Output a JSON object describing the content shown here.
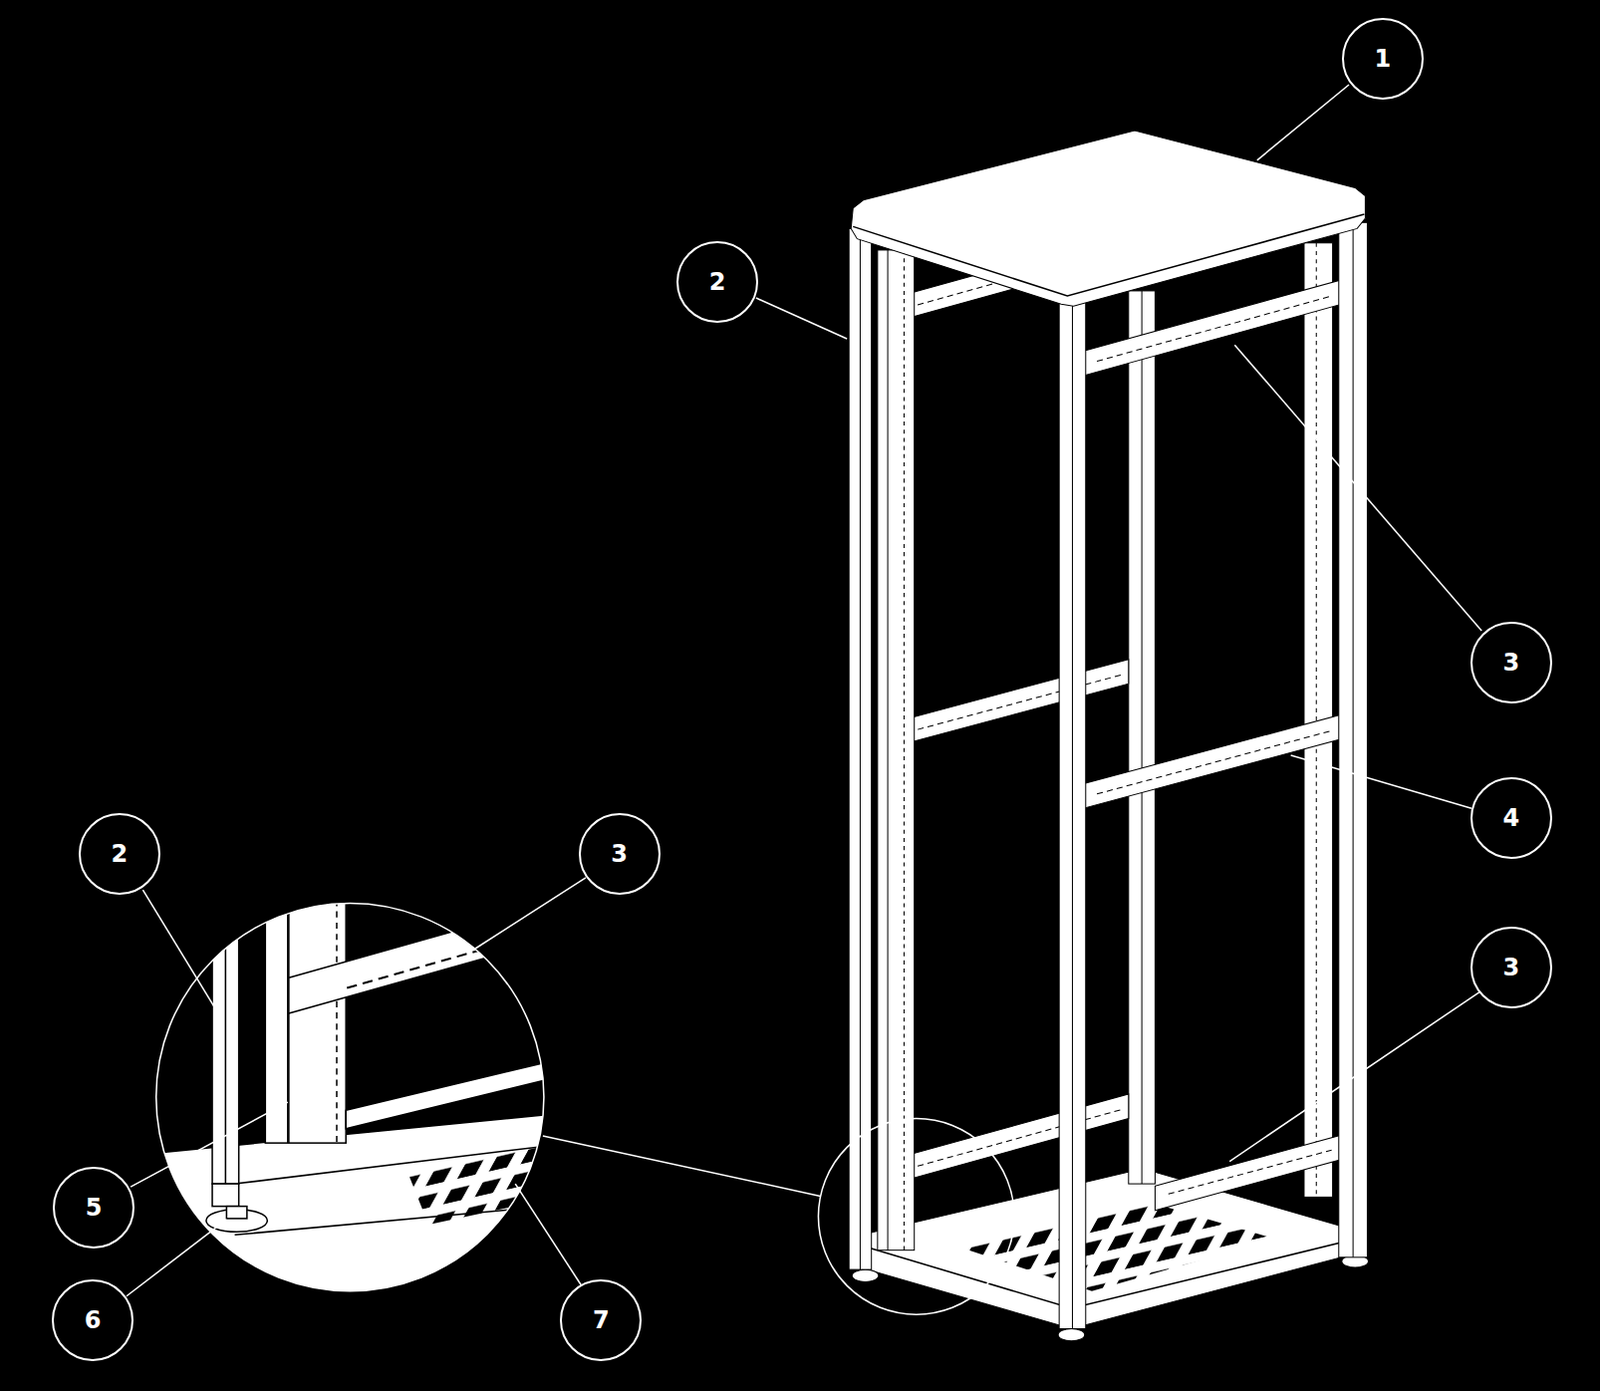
{
  "diagram": {
    "nodes": [
      {
        "text": [
          "1"
        ]
      },
      {
        "text": [
          "2"
        ]
      },
      {
        "text": [
          "3"
        ]
      },
      {
        "text": [
          "4"
        ]
      },
      {
        "text": [
          "2"
        ]
      },
      {
        "text": [
          "3"
        ]
      },
      {
        "text": [
          "3"
        ]
      },
      {
        "text": [
          "5"
        ]
      },
      {
        "text": [
          "6"
        ]
      },
      {
        "text": [
          "7"
        ]
      }
    ]
  }
}
